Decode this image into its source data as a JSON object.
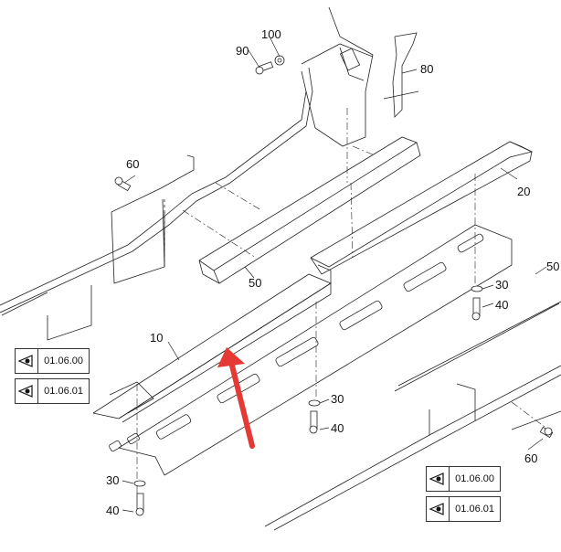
{
  "callouts": {
    "c10": "10",
    "c20": "20",
    "c30a": "30",
    "c30b": "30",
    "c30c": "30",
    "c40a": "40",
    "c40b": "40",
    "c40c": "40",
    "c50a": "50",
    "c50b": "50",
    "c60a": "60",
    "c60b": "60",
    "c80": "80",
    "c90": "90",
    "c100": "100"
  },
  "refs": {
    "left_top": "01.06.00",
    "left_bottom": "01.06.01",
    "right_top": "01.06.00",
    "right_bottom": "01.06.01"
  },
  "colors": {
    "line": "#222222",
    "arrow": "#e53935"
  },
  "icons": {
    "ref": "eye-view-icon"
  }
}
